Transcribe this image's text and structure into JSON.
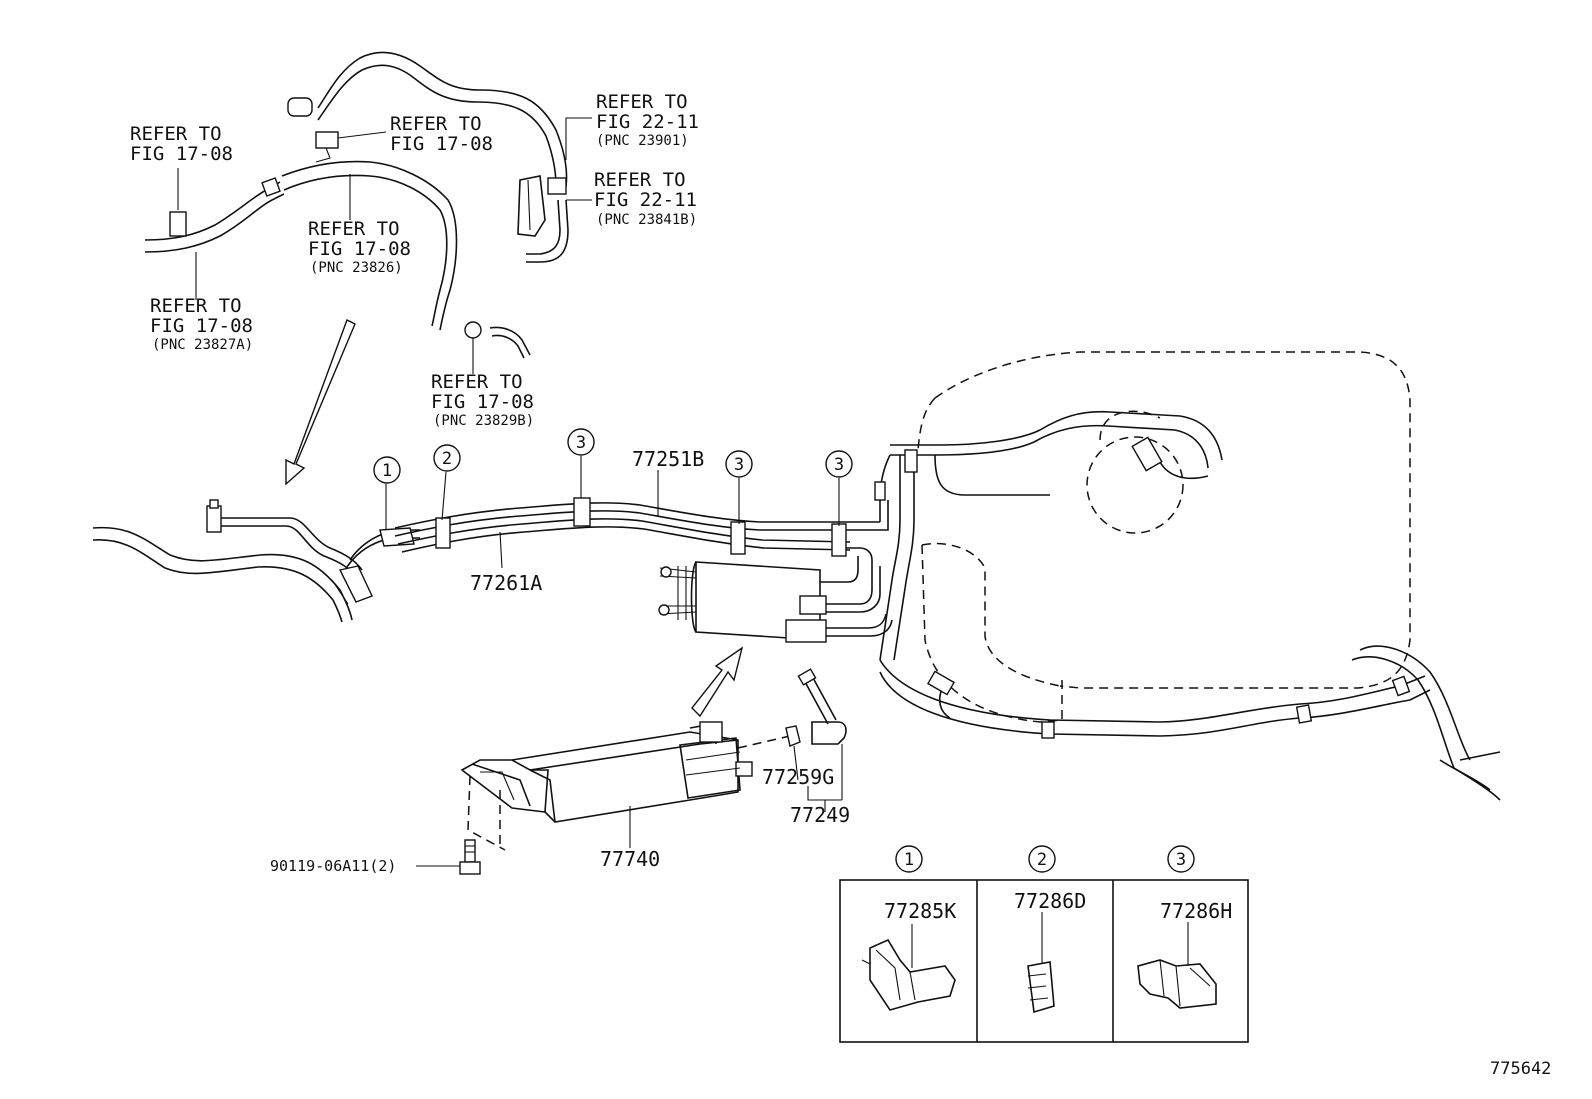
{
  "refs": {
    "r1": [
      "REFER TO",
      "FIG 17-08"
    ],
    "r2": [
      "REFER TO",
      "FIG 17-08"
    ],
    "r3": [
      "REFER TO",
      "FIG 22-11",
      "(PNC 23901)"
    ],
    "r4": [
      "REFER TO",
      "FIG 22-11",
      "(PNC 23841B)"
    ],
    "r5": [
      "REFER TO",
      "FIG 17-08",
      "(PNC 23826)"
    ],
    "r6": [
      "REFER TO",
      "FIG 17-08",
      "(PNC 23827A)"
    ],
    "r7": [
      "REFER TO",
      "FIG 17-08",
      "(PNC 23829B)"
    ]
  },
  "parts": {
    "p77251B": "77251B",
    "p77261A": "77261A",
    "p77740": "77740",
    "p77259G": "77259G",
    "p77249": "77249",
    "p90119": "90119-06A11(2)"
  },
  "callouts": {
    "c1": "1",
    "c2": "2",
    "c3a": "3",
    "c3b": "3",
    "c3c": "3"
  },
  "legend": {
    "h1": "1",
    "h2": "2",
    "h3": "3",
    "k1": "77285K",
    "k2": "77286D",
    "k3": "77286H"
  },
  "figure_id": "775642"
}
